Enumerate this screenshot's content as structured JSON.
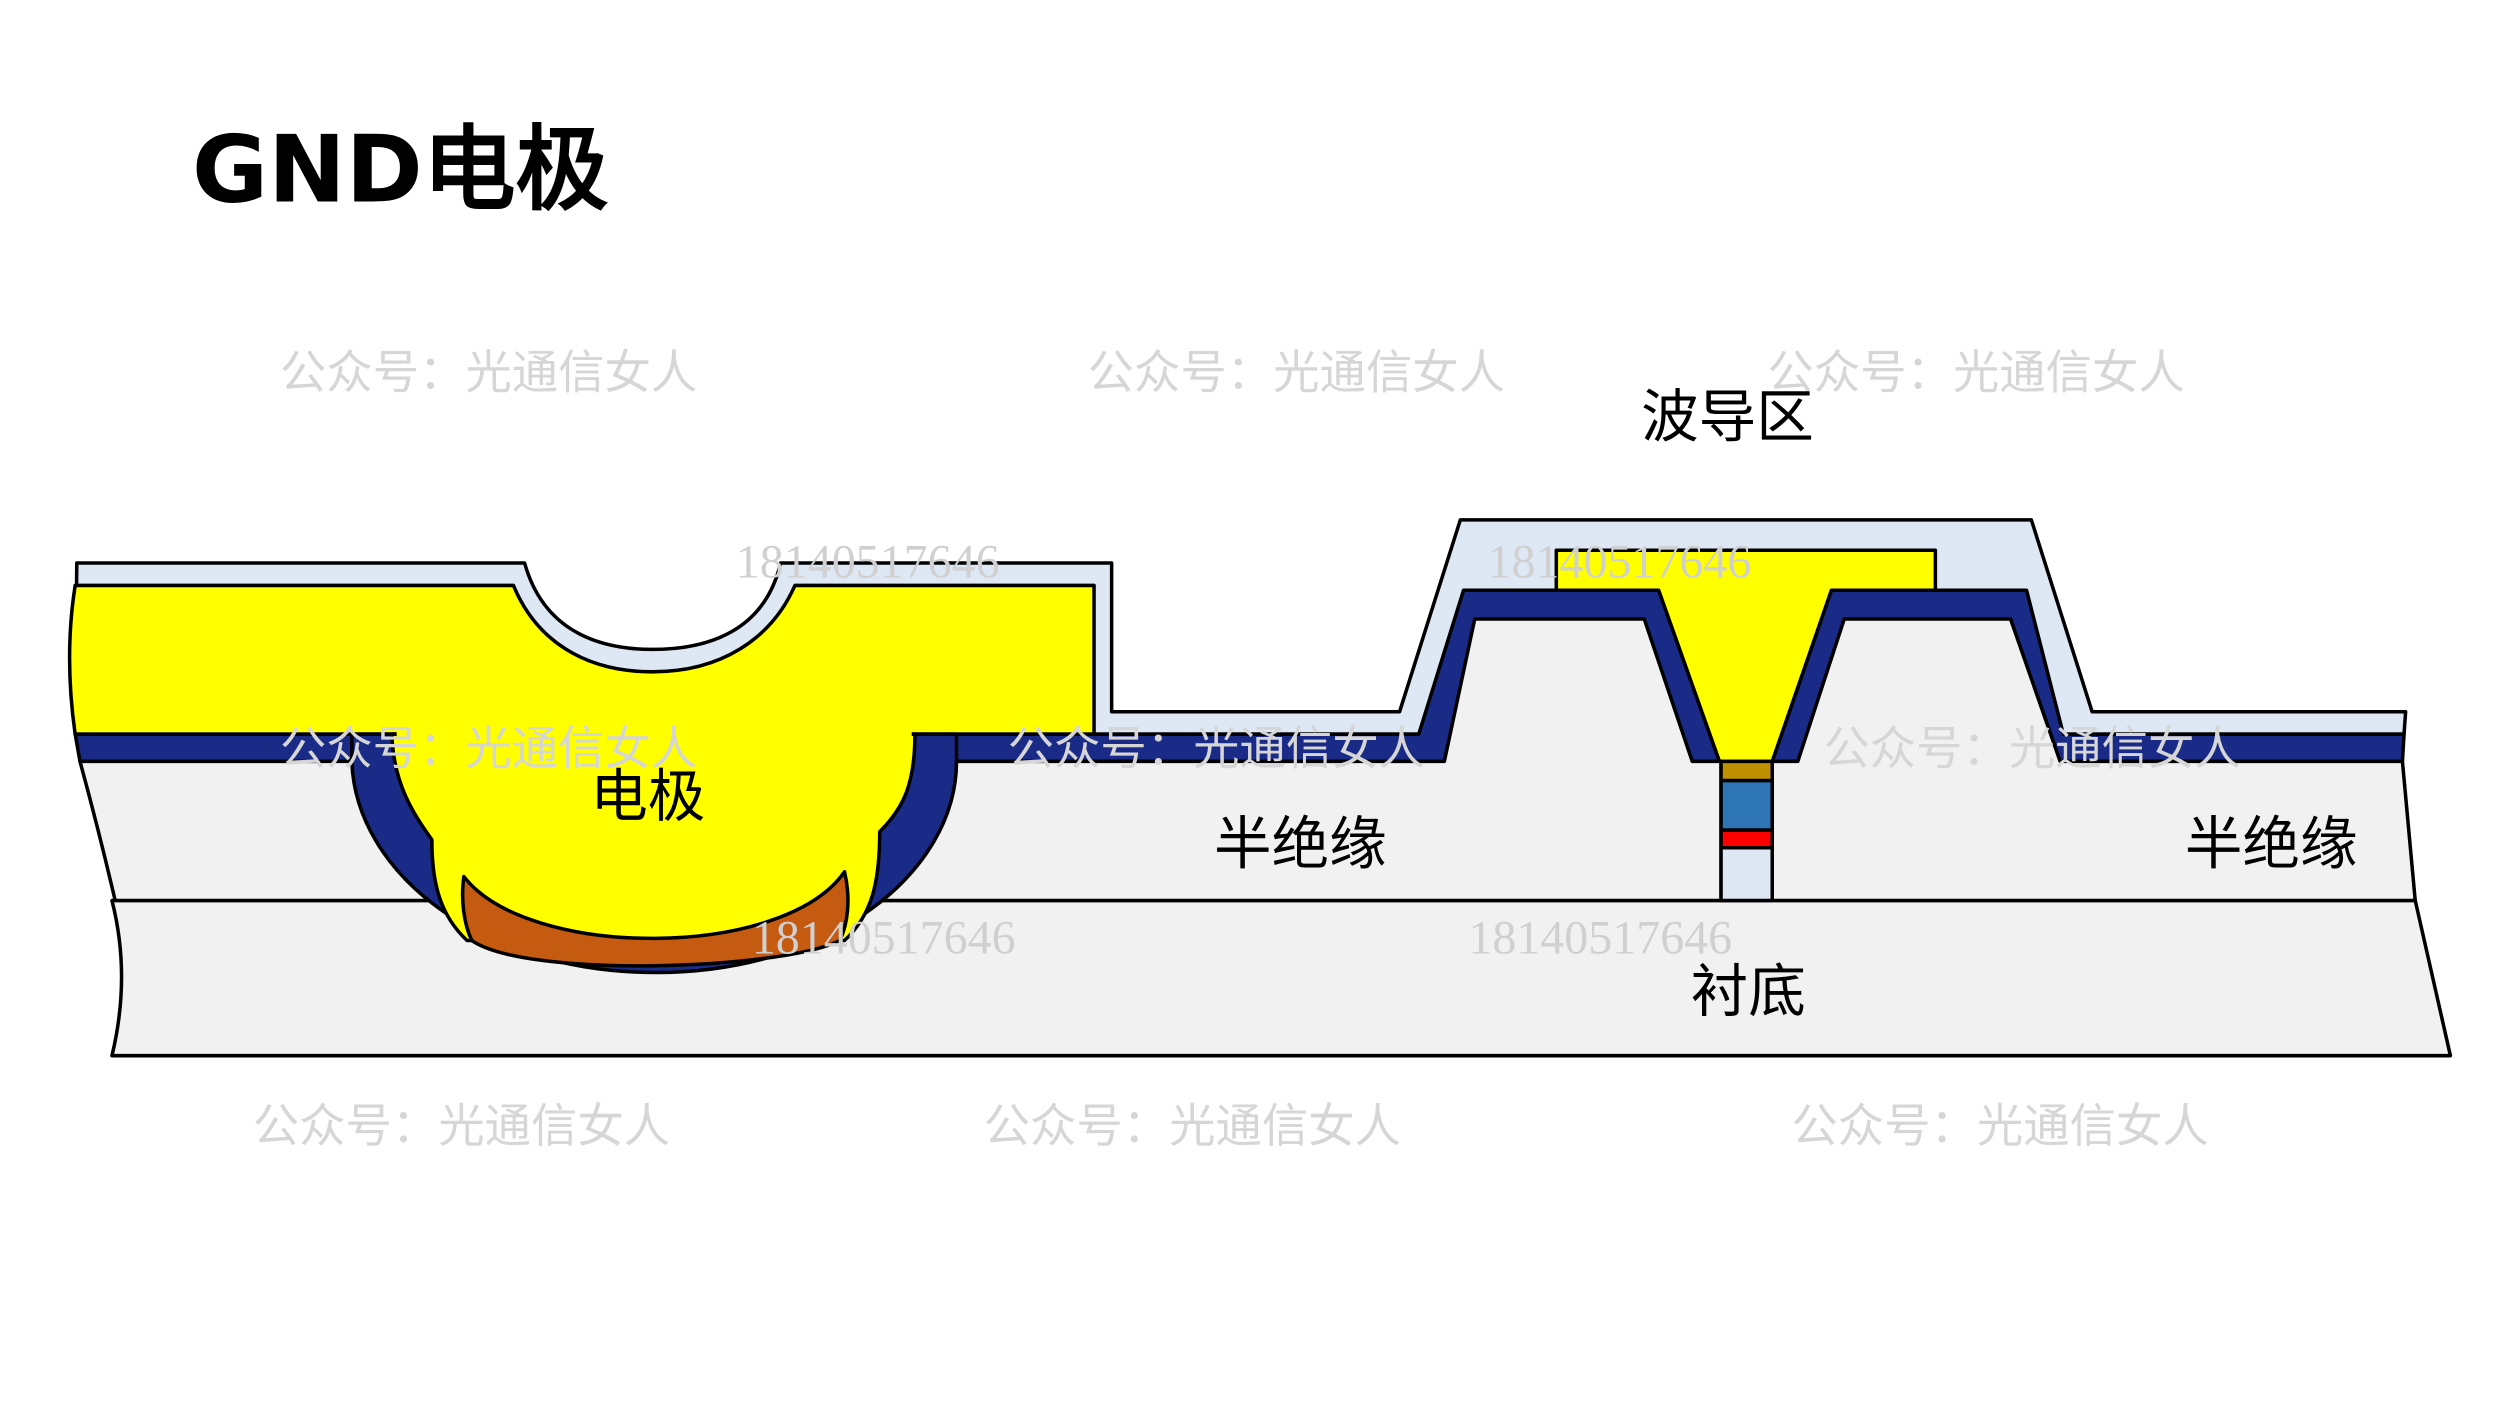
{
  "title": "GND电极",
  "labels": {
    "electrode": "电极",
    "waveguide_region": "波导区",
    "semi_insulating_left": "半绝缘",
    "semi_insulating_right": "半绝缘",
    "substrate": "衬底"
  },
  "watermarks": {
    "account": "公众号：光通信女人",
    "phone": "18140517646"
  },
  "colors": {
    "gold_metal": "#ffff00",
    "cladding": "#dde8f4",
    "passivation": "#1a2a87",
    "semi_insulator": "#f1f1f1",
    "implant": "#c55a11",
    "cap": "#bf9000",
    "core": "#2e75b6",
    "active": "#ff0000"
  }
}
